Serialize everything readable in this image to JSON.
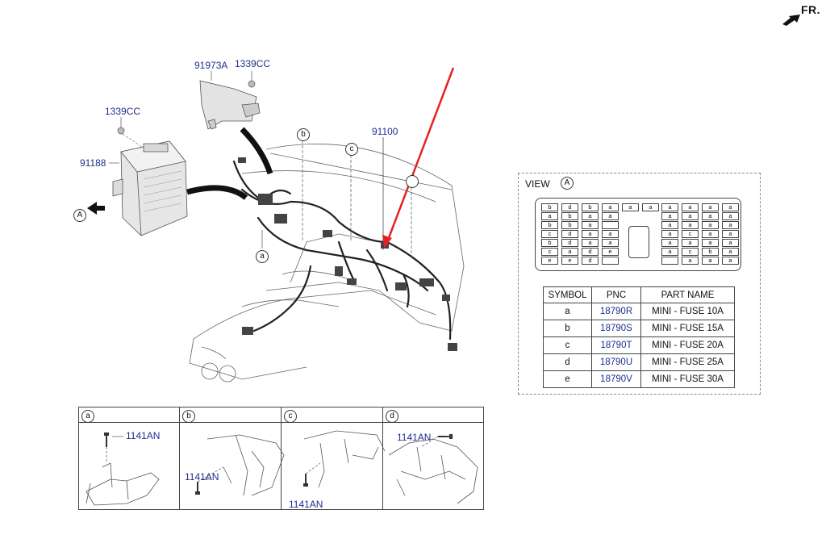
{
  "front_indicator": {
    "label": "FR."
  },
  "callouts": {
    "p91973a": "91973A",
    "p1339cc_top": "1339CC",
    "p1339cc_left": "1339CC",
    "p91188": "91188",
    "p91100": "91100",
    "view_a_arrow": "A",
    "ref_a": "a",
    "ref_b": "b",
    "ref_c": "c"
  },
  "view": {
    "label": "VIEW",
    "ref": "A",
    "fuse_rows": [
      [
        "b",
        "d",
        "b",
        "a",
        "a",
        "a",
        "a",
        "a",
        "a",
        "a",
        "a"
      ],
      [
        "a",
        "b",
        "a",
        "a",
        "",
        "",
        "a",
        "a",
        "a",
        "a",
        ""
      ],
      [
        "b",
        "b",
        "a",
        "",
        "",
        "",
        "a",
        "a",
        "a",
        "a",
        ""
      ],
      [
        "c",
        "d",
        "a",
        "a",
        "",
        "",
        "a",
        "c",
        "a",
        "a",
        ""
      ],
      [
        "b",
        "d",
        "a",
        "a",
        "",
        "",
        "a",
        "a",
        "a",
        "a",
        ""
      ],
      [
        "c",
        "a",
        "d",
        "e",
        "",
        "",
        "a",
        "c",
        "b",
        "a",
        ""
      ],
      [
        "e",
        "e",
        "d",
        "",
        "",
        "",
        "",
        "a",
        "a",
        "a",
        ""
      ]
    ]
  },
  "table": {
    "headers": [
      "SYMBOL",
      "PNC",
      "PART NAME"
    ],
    "rows": [
      {
        "symbol": "a",
        "pnc": "18790R",
        "name": "MINI - FUSE 10A"
      },
      {
        "symbol": "b",
        "pnc": "18790S",
        "name": "MINI - FUSE 15A"
      },
      {
        "symbol": "c",
        "pnc": "18790T",
        "name": "MINI - FUSE 20A"
      },
      {
        "symbol": "d",
        "pnc": "18790U",
        "name": "MINI - FUSE 25A"
      },
      {
        "symbol": "e",
        "pnc": "18790V",
        "name": "MINI - FUSE 30A"
      }
    ]
  },
  "details": [
    {
      "ref": "a",
      "bolt": "1141AN"
    },
    {
      "ref": "b",
      "bolt": "1141AN"
    },
    {
      "ref": "c",
      "bolt": "1141AN"
    },
    {
      "ref": "d",
      "bolt": "1141AN"
    }
  ],
  "colors": {
    "pnc_blue": "#1f2e8c",
    "highlight_arrow": "#e52222",
    "line": "#333333"
  }
}
